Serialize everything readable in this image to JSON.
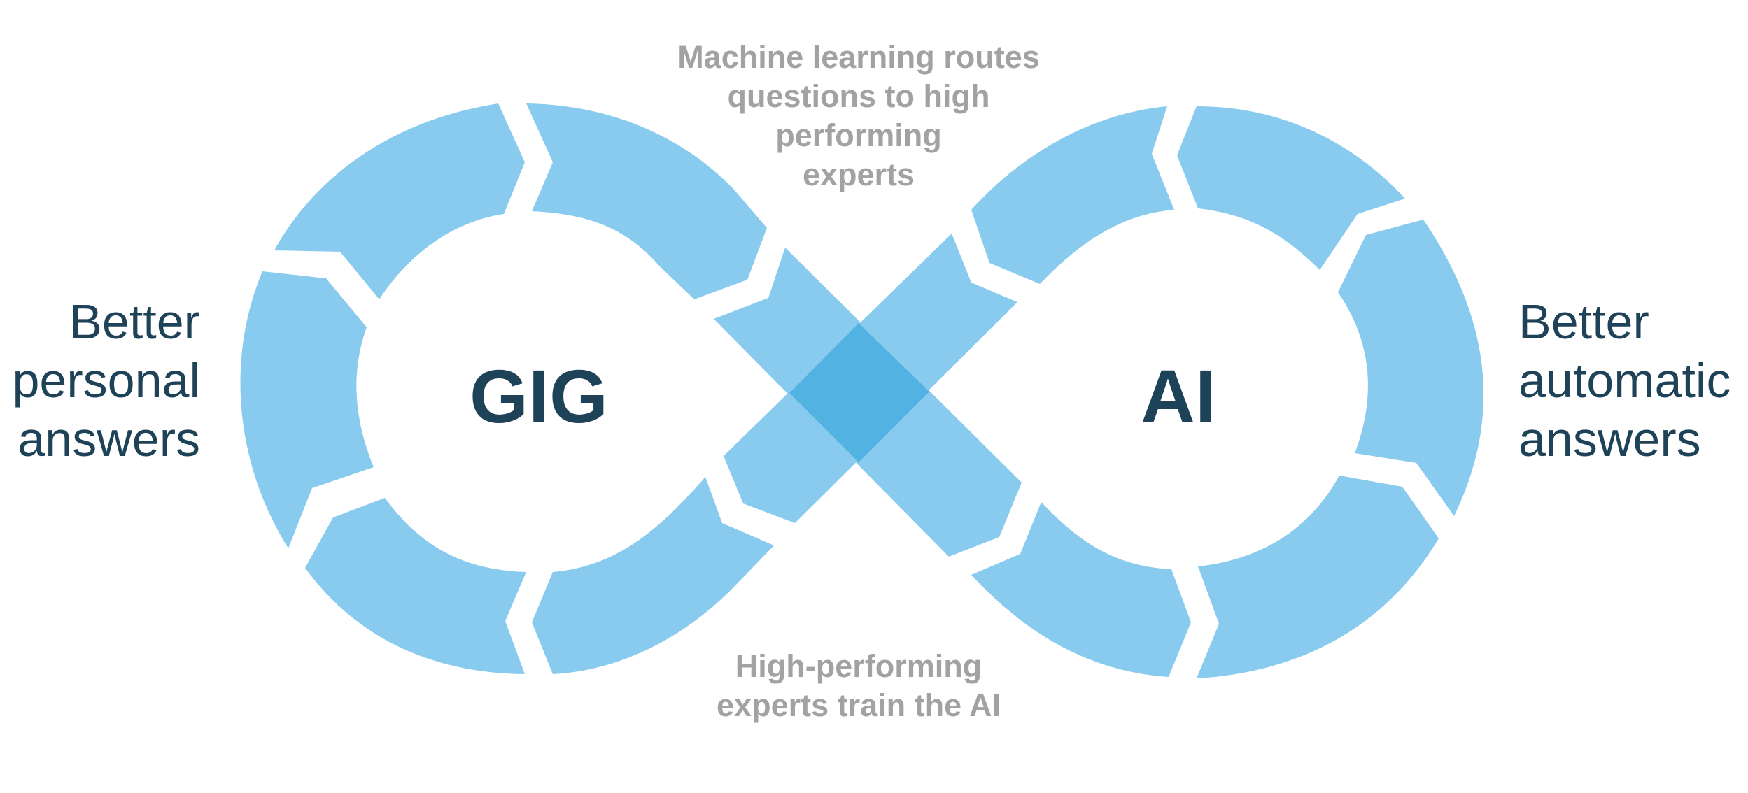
{
  "diagram": {
    "left_center_text": "GIG",
    "right_center_text": "AI",
    "left_label": [
      "Better",
      "personal",
      "answers"
    ],
    "right_label": [
      "Better",
      "automatic",
      "answers"
    ],
    "top_caption": [
      "Machine learning routes",
      "questions to high",
      "performing",
      "experts"
    ],
    "bottom_caption": [
      "High-performing",
      "experts train the AI"
    ]
  },
  "colors": {
    "segment": "#89cbee",
    "crossing": "#52b3e3",
    "center_text": "#1e4257",
    "caption": "#a2a2a2",
    "background": "#ffffff"
  }
}
